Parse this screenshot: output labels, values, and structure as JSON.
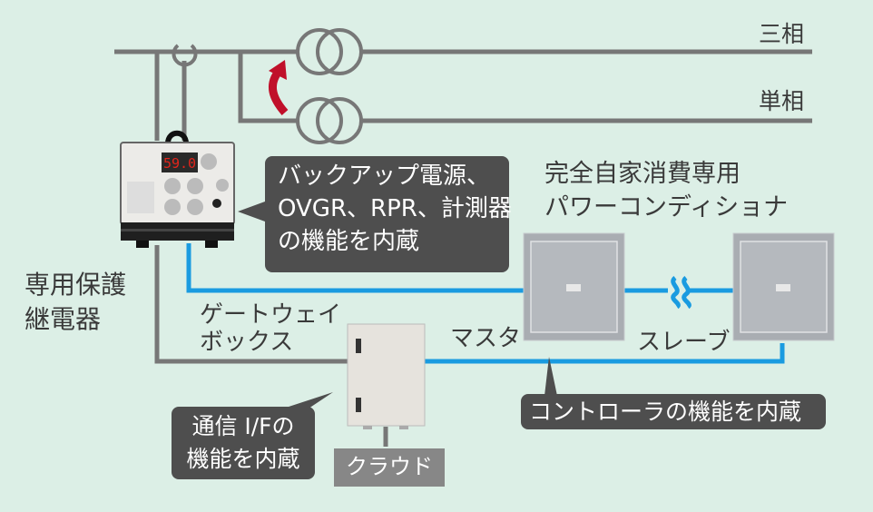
{
  "lines": {
    "three_phase_label": "三相",
    "single_phase_label": "単相"
  },
  "relay": {
    "label_line1": "専用保護",
    "label_line2": "継電器",
    "display_value": "59.0",
    "bubble_line1": "バックアップ電源、",
    "bubble_line2": "OVGR、RPR、計測器",
    "bubble_line3": "の機能を内蔵"
  },
  "gateway": {
    "label_line1": "ゲートウェイ",
    "label_line2": "ボックス",
    "bubble_line1": "通信 I/Fの",
    "bubble_line2": "機能を内蔵",
    "cloud_label": "クラウド"
  },
  "pcs": {
    "title_line1": "完全自家消費専用",
    "title_line2": "パワーコンディショナ",
    "master_label": "マスタ",
    "slave_label": "スレーブ",
    "bubble": "コントローラの機能を内蔵"
  },
  "colors": {
    "background": "#dcefe6",
    "power_line": "#777777",
    "signal_line": "#1a9be0",
    "arrow": "#c0102a",
    "bubble": "#4e4e4e"
  }
}
